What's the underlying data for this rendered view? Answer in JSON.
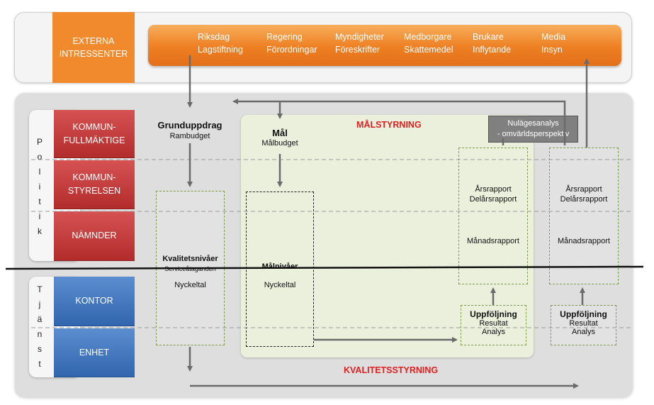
{
  "external": {
    "label_line1": "EXTERNA",
    "label_line2": "INTRESSENTER",
    "stakeholders": [
      {
        "line1": "Riksdag",
        "line2": "Lagstiftning"
      },
      {
        "line1": "Regering",
        "line2": "Förordningar"
      },
      {
        "line1": "Myndigheter",
        "line2": "Föreskrifter"
      },
      {
        "line1": "Medborgare",
        "line2": "Skattemedel"
      },
      {
        "line1": "Brukare",
        "line2": "Inflytande"
      },
      {
        "line1": "Media",
        "line2": "Insyn"
      }
    ]
  },
  "politik": {
    "letters": [
      "P",
      "o",
      "l",
      "i",
      "t",
      "i",
      "k"
    ]
  },
  "tjanst": {
    "letters": [
      "T",
      "j",
      "ä",
      "n",
      "s",
      "t"
    ]
  },
  "org_levels": {
    "kommunfullmaktige_l1": "KOMMUN-",
    "kommunfullmaktige_l2": "FULLMÄKTIGE",
    "kommunstyrelsen_l1": "KOMMUN-",
    "kommunstyrelsen_l2": "STYRELSEN",
    "namnder": "NÄMNDER",
    "kontor": "KONTOR",
    "enhet": "ENHET"
  },
  "grunduppdrag": {
    "title": "Grunduppdrag",
    "subtitle": "Rambudget"
  },
  "kvalitet_box": {
    "title": "Kvalitetsnivåer",
    "subtitle": "Serviceåtaganden",
    "item": "Nyckeltal"
  },
  "malstyrning": {
    "title": "MÅLSTYRNING"
  },
  "mal": {
    "title": "Mål",
    "subtitle": "Målbudget"
  },
  "malnivaer_box": {
    "title": "Målnivåer",
    "item": "Nyckeltal"
  },
  "nulage": {
    "line1": "Nulägesanalys",
    "line2": "- omvärldsperspektiv"
  },
  "report_left": {
    "line1": "Årsrapport",
    "line2": "Delårsrapport",
    "line3": "Månadsrapport"
  },
  "report_right": {
    "line1": "Årsrapport",
    "line2": "Delårsrapport",
    "line3": "Månadsrapport"
  },
  "uppfoljning_left": {
    "title": "Uppföljning",
    "line1": "Resultat",
    "line2": "Analys"
  },
  "uppfoljning_right": {
    "title": "Uppföljning",
    "line1": "Resultat",
    "line2": "Analys"
  },
  "kvalitetsstyrning": {
    "title": "KVALITETSSTYRNING"
  },
  "colors": {
    "orange": "#f08a2c",
    "red": "#c33b3b",
    "blue": "#3d72bb",
    "green_panel": "#ebf0dd",
    "accent_red_text": "#e02020",
    "gray_box": "#808080"
  }
}
